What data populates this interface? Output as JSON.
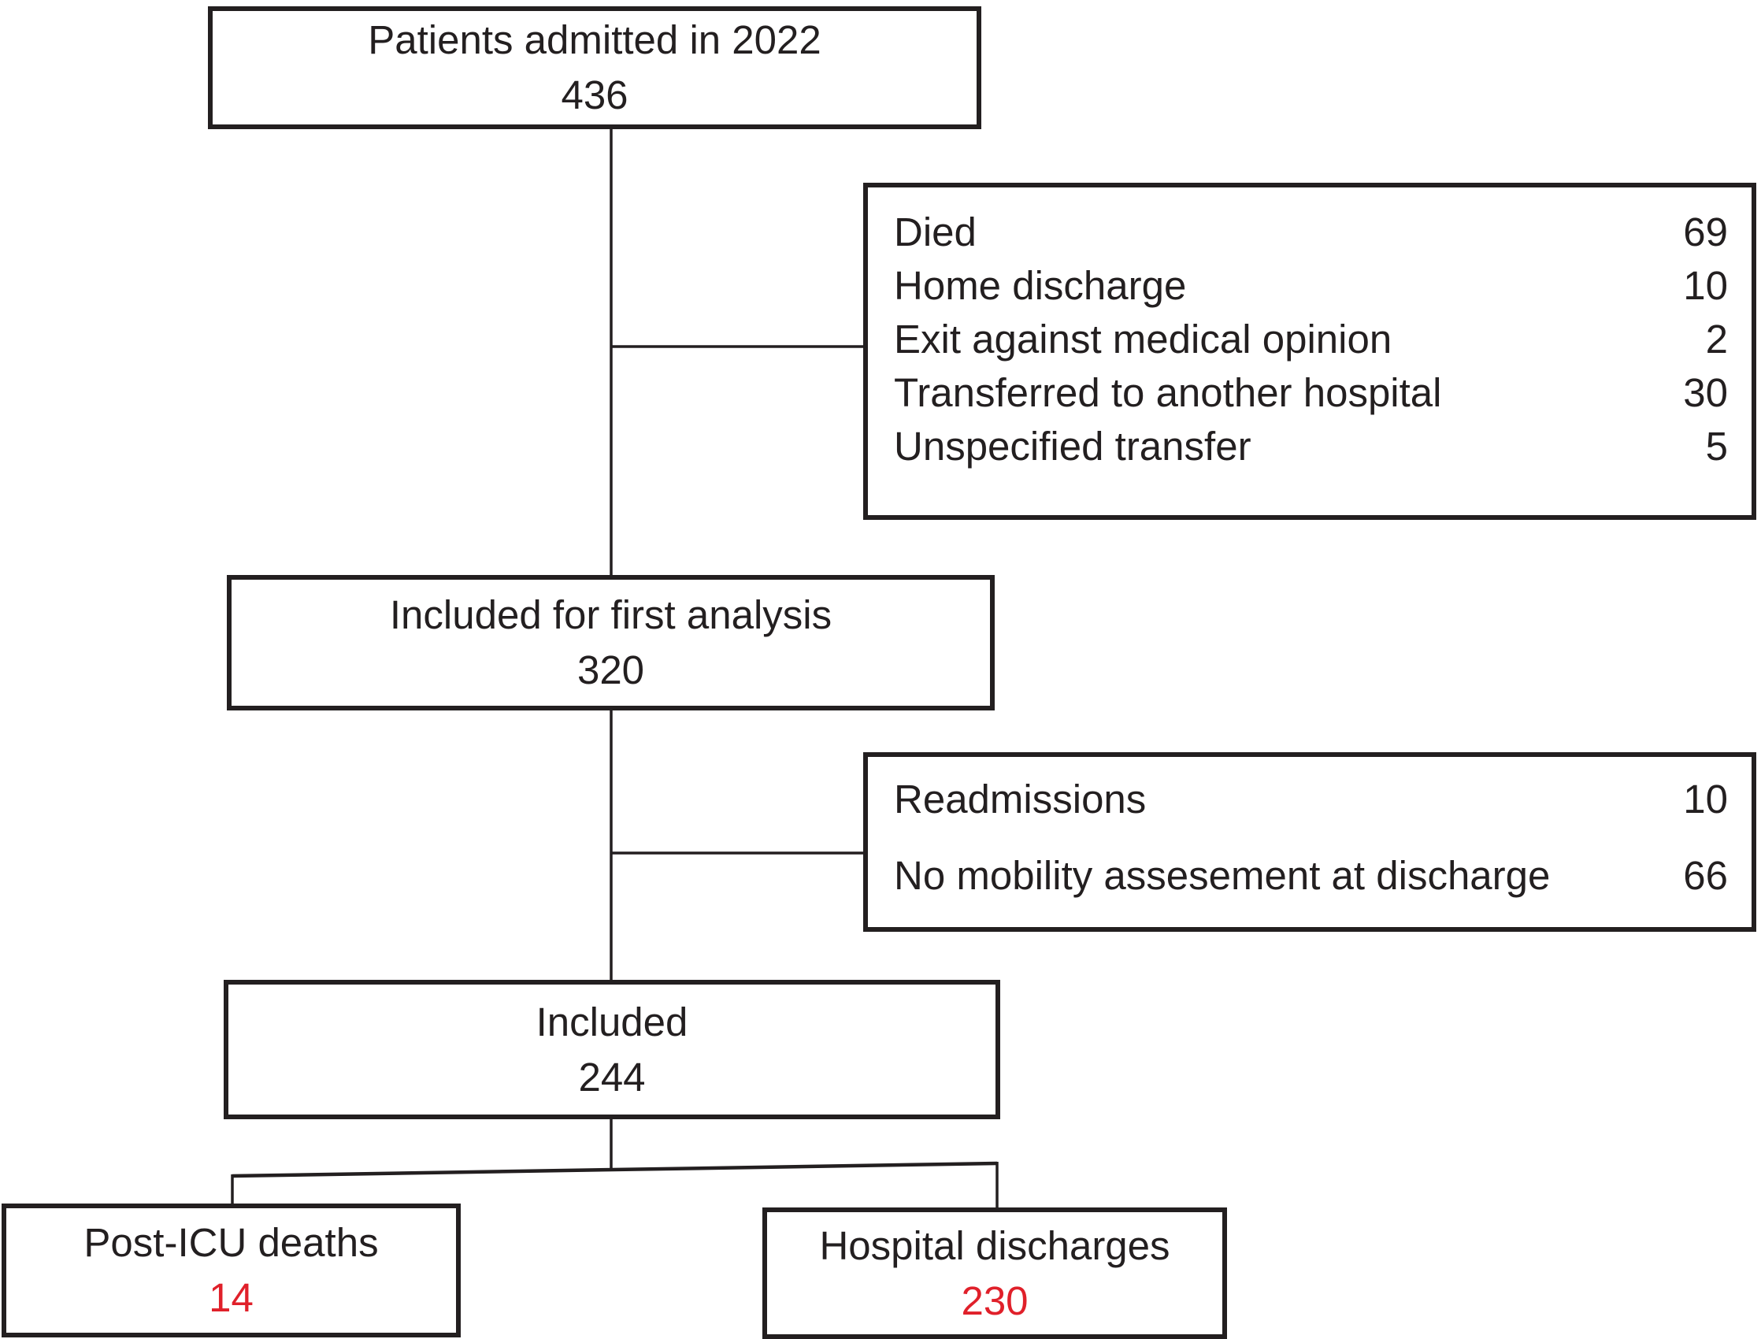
{
  "colors": {
    "ink": "#231f20",
    "highlight": "#e0202a",
    "background": "#ffffff"
  },
  "flowchart": {
    "admitted": {
      "label": "Patients admitted in 2022",
      "value": "436"
    },
    "exclusions_first": {
      "items": [
        {
          "label": "Died",
          "value": "69"
        },
        {
          "label": "Home discharge",
          "value": "10"
        },
        {
          "label": "Exit against medical opinion",
          "value": "2"
        },
        {
          "label": "Transferred to another hospital",
          "value": "30"
        },
        {
          "label": "Unspecified transfer",
          "value": "5"
        }
      ]
    },
    "first_analysis": {
      "label": "Included for first analysis",
      "value": "320"
    },
    "exclusions_second": {
      "items": [
        {
          "label": "Readmissions",
          "value": "10"
        },
        {
          "label": "No mobility assesement at discharge",
          "value": "66"
        }
      ]
    },
    "included": {
      "label": "Included",
      "value": "244"
    },
    "post_icu_deaths": {
      "label": "Post-ICU deaths",
      "value": "14"
    },
    "hospital_discharges": {
      "label": "Hospital discharges",
      "value": "230"
    }
  }
}
